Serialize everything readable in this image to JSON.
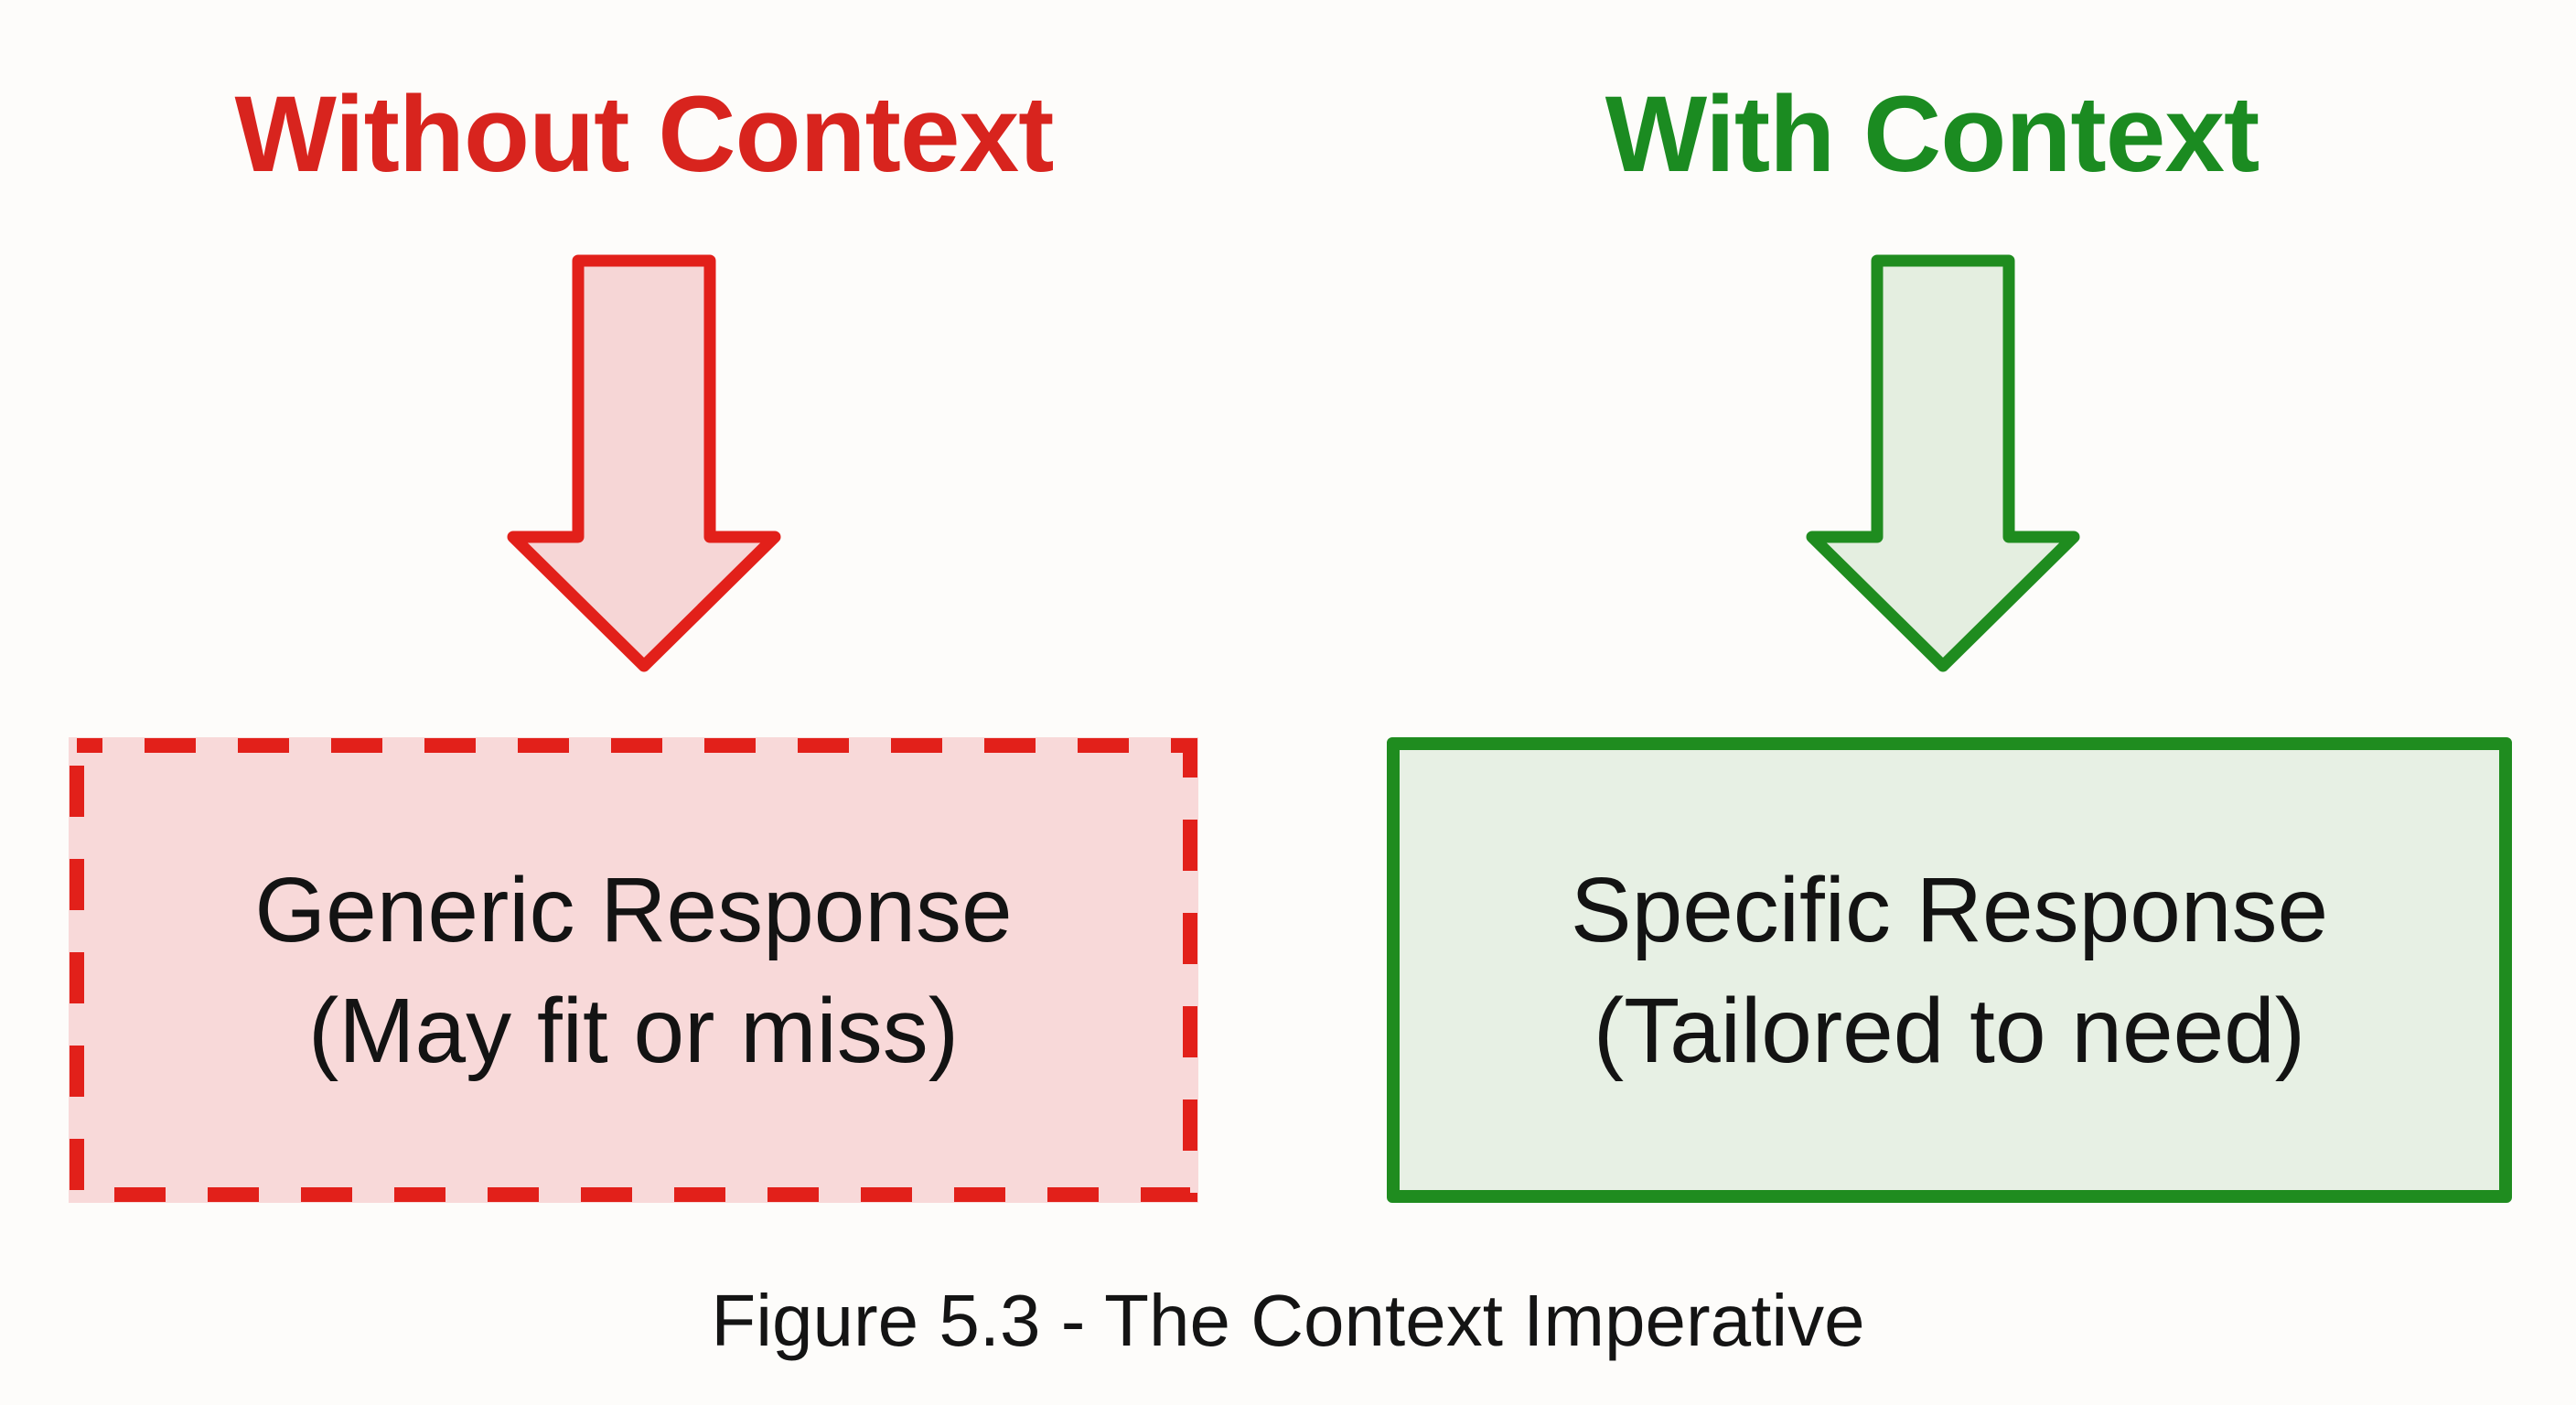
{
  "page": {
    "background": "#fdfcfa",
    "caption": "Figure 5.3 - The Context Imperative"
  },
  "colors": {
    "red_title": "#d8241e",
    "red_outline": "#e2201a",
    "red_arrow_fill": "#f6d6d6",
    "red_box_fill": "#f8d9d9",
    "green_title": "#1b8b21",
    "green_outline": "#1f8c1f",
    "green_arrow_fill": "#e4eee0",
    "green_box_fill": "#e7f0e4",
    "text": "#131313"
  },
  "columns": [
    {
      "title": "Without Context",
      "arrow_icon": "red-down-arrow",
      "box": {
        "line1": "Generic Response",
        "line2": "(May fit or miss)",
        "border_style": "dashed"
      }
    },
    {
      "title": "With Context",
      "arrow_icon": "green-down-arrow",
      "box": {
        "line1": "Specific Response",
        "line2": "(Tailored to need)",
        "border_style": "solid"
      }
    }
  ]
}
